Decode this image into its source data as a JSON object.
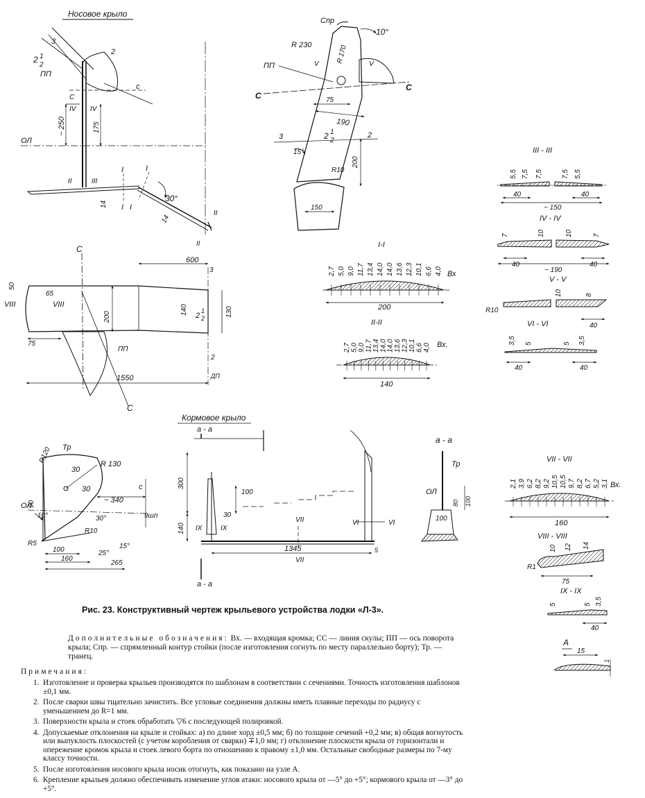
{
  "labels": {
    "nose_wing": "Носовое крыло",
    "stern_wing": "Кормовое крыло",
    "spr": "Спр",
    "pp": "ПП",
    "ol": "ОЛ",
    "dp": "ДП",
    "tr": "Тр",
    "vh": "Вх",
    "vh_dot": "Вх.",
    "wl": "9шп",
    "c": "С",
    "c_lower": "с"
  },
  "dims": {
    "r230": "R 230",
    "r170": "R 170",
    "r10": "R10",
    "r120": "R120",
    "r130": "R 130",
    "r5": "R5",
    "r1": "R1",
    "d10deg": "10°",
    "d30deg": "30°",
    "d15deg": "15°",
    "d25deg": "25°",
    "d250": "~ 250",
    "d175": "175",
    "d14": "14",
    "d75": "75",
    "d190": "190",
    "d200": "200",
    "d150": "150",
    "d600": "600",
    "d50": "50",
    "d65": "65",
    "d140": "140",
    "d130": "130",
    "d1550": "1550",
    "d90": "90",
    "d340": "~ 340",
    "d100": "100",
    "d160": "160",
    "d265": "265",
    "d1345": "1345",
    "d300": "300",
    "d80": "80",
    "d30": "30",
    "d3": "3",
    "d2": "2",
    "d5": "5",
    "d7": "7",
    "d8": "8",
    "d12": "12",
    "d15": "15",
    "d1": "1"
  },
  "sections": {
    "s1": "I-I",
    "s2": "II-II",
    "s3": "III - III",
    "s4": "IV - IV",
    "s5": "V - V",
    "s6": "VI - VI",
    "s7": "VII - VII",
    "s8": "VIII - VIII",
    "s9": "IX - IX",
    "sa": "a - a",
    "sA": "A",
    "roman": [
      "I",
      "II",
      "III",
      "IV",
      "V",
      "VI",
      "VII",
      "VIII",
      "IX"
    ],
    "s1_values": [
      "2,7",
      "5,0",
      "9,0",
      "11,7",
      "13,4",
      "14,0",
      "14,0",
      "13,6",
      "12,3",
      "10,1",
      "6,6",
      "4,0"
    ],
    "s1_chord": "200",
    "s2_values": [
      "2,7",
      "5,0",
      "9,0",
      "11,7",
      "13,4",
      "14,0",
      "14,0",
      "13,6",
      "12,3",
      "10,1",
      "6,6",
      "4,0"
    ],
    "s2_chord": "140",
    "s3_values": [
      "5,5",
      "7,5",
      "7,5",
      "7,5",
      "5,5"
    ],
    "s3_dims": [
      "40",
      "40",
      "~ 150"
    ],
    "s4_dims": [
      "7",
      "10",
      "10",
      "7",
      "40",
      "40",
      "~ 190"
    ],
    "s5_dims": [
      "10",
      "8",
      "40"
    ],
    "s6_dims": [
      "3,5",
      "5",
      "5",
      "3,5",
      "40",
      "40"
    ],
    "s7_values": [
      "2,1",
      "3,9",
      "6,2",
      "8,2",
      "9,2",
      "10,5",
      "10,5",
      "9,7",
      "8,2",
      "6,7",
      "5,2",
      "3,1"
    ],
    "s7_chord": "160",
    "s8_dims": [
      "10",
      "12",
      "14",
      "75"
    ],
    "s9_dims": [
      "5",
      "5",
      "3,5",
      "40"
    ]
  },
  "fraction": {
    "whole": "2",
    "num": "1",
    "den": "2"
  },
  "caption": "Рис. 23. Конструктивный чертеж крыльевого устройства лодки «Л-3».",
  "legend": {
    "head": "Дополнительные обозначения:",
    "body": " Вх. — входящая кромка; СС — линия скулы; ПП — ось поворота крыла; Спр. — спрямленный контур стойки (после изготовления согнуть по месту параллельно борту); Тр. — транец."
  },
  "notes_title": "Примечания:",
  "notes": [
    "Изготовление и проверка крыльев производятся по шаблонам в соответствии с сечениями. Точность изготовления шаблонов ±0,1 мм.",
    "После сварки швы тщательно зачистить. Все угловые соединения должны иметь плавные переходы по радиусу с уменьшением до R=1 мм.",
    "Поверхности крыла и стоек обработать ▽6 с последующей полировкой.",
    "Допускаемые отклонения на крыле и стойках: а) по длине хорд ±0,5 мм; б) по толщине сечений +0,2 мм; в) общая вогнутость или выпуклость плоскостей (с учетом коробления от сварки) ∓1,0 мм; г) отклонение плоскости крыла от горизонтали и опережение кромок крыла и стоек левого борта по отношению к правому ±1,0 мм. Остальные свободные размеры по 7-му классу точности.",
    "После изготовления носового крыла носик отогнуть, как показано на узле А.",
    "Крепление крыльев должно обеспечивать изменение углов атаки: носового крыла от —5° до +5°; кормового крыла от —3° до +5°."
  ],
  "note_numbers": [
    "1.",
    "2.",
    "3.",
    "4.",
    "5.",
    "6."
  ]
}
